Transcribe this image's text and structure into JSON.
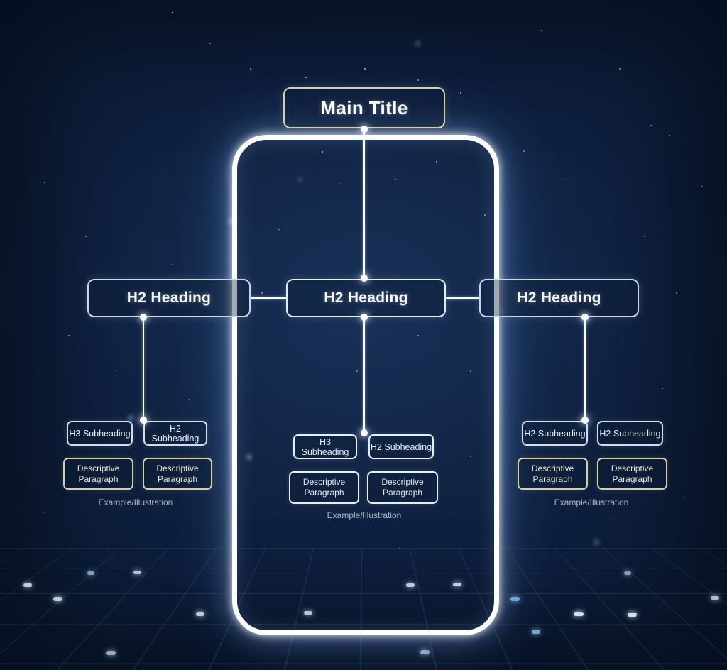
{
  "colors": {
    "background": "#0b1a33",
    "phone_outline": "#ffffff",
    "accent_cream": "#d8cfa4",
    "accent_blue": "#c9d8e6",
    "accent_blue_bright": "#e6eef6",
    "caption_gray": "#aab7c6"
  },
  "diagram": {
    "main_title": "Main Title",
    "branches": [
      {
        "heading": "H2 Heading",
        "subheadings": [
          "H3 Subheading",
          "H2 Subheading"
        ],
        "paragraphs": [
          "Descriptive Paragraph",
          "Descriptive Paragraph"
        ],
        "caption": "Example/Illustration"
      },
      {
        "heading": "H2 Heading",
        "subheadings": [
          "H3 Subheading",
          "H2 Subheading"
        ],
        "paragraphs": [
          "Descriptive Paragraph",
          "Descriptive Paragraph"
        ],
        "caption": "Example/Illustration"
      },
      {
        "heading": "H2 Heading",
        "subheadings": [
          "H2 Subheading",
          "H2 Subheading"
        ],
        "paragraphs": [
          "Descriptive Paragraph",
          "Descriptive Paragraph"
        ],
        "caption": "Example/Illustration"
      }
    ]
  }
}
